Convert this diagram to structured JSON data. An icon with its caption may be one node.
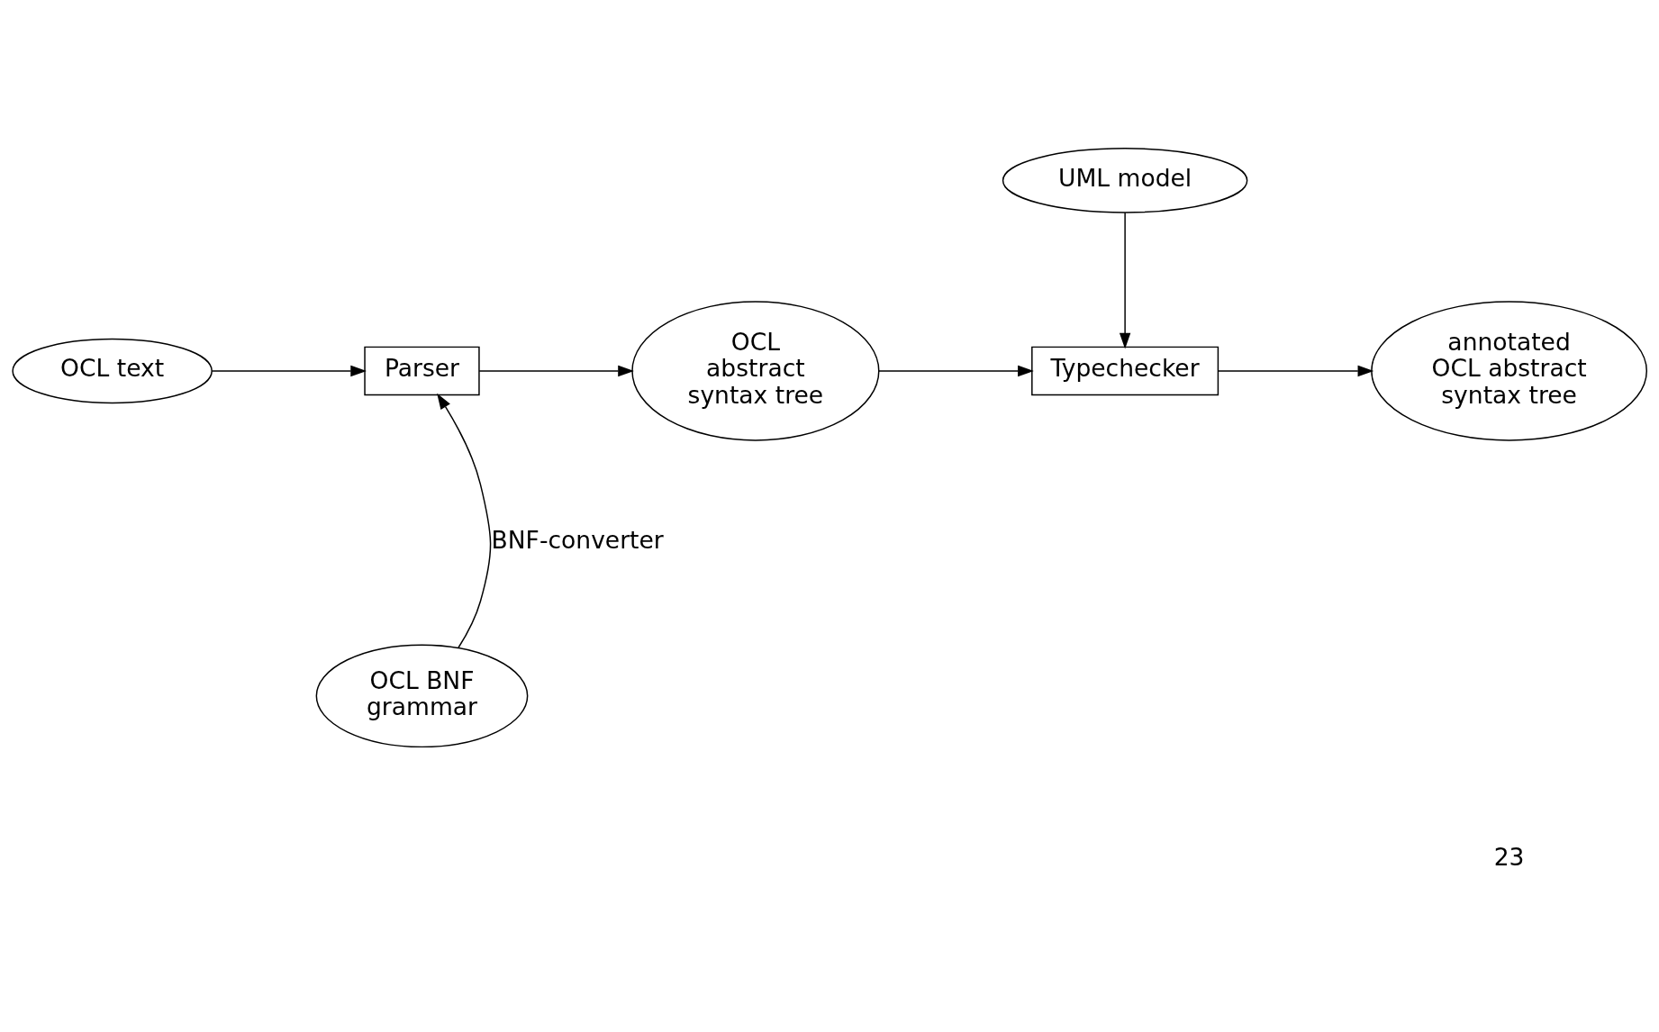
{
  "diagram": {
    "nodes": [
      {
        "text": [
          "UML model"
        ]
      },
      {
        "text": [
          "OCL text"
        ]
      },
      {
        "text": [
          "Parser"
        ]
      },
      {
        "text": [
          "OCL abstract syntax tree"
        ]
      },
      {
        "text": [
          "Typechecker"
        ]
      },
      {
        "text": [
          "annotated OCL abstract syntax tree"
        ]
      },
      {
        "text": [
          "OCL BNF grammar"
        ]
      }
    ],
    "edges": [
      {
        "from": 1,
        "to": 2,
        "arrow": "to"
      },
      {
        "from": 2,
        "to": 3,
        "arrow": "to"
      },
      {
        "from": 3,
        "to": 4,
        "arrow": "to"
      },
      {
        "from": 4,
        "to": 5,
        "arrow": "to"
      },
      {
        "from": 0,
        "to": 4,
        "arrow": "to"
      },
      {
        "from": 6,
        "to": 2,
        "arrow": "to",
        "label": "BNF-converter"
      }
    ],
    "labels": [
      "23"
    ]
  }
}
